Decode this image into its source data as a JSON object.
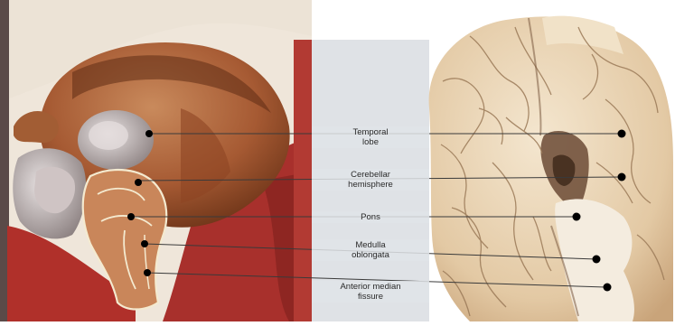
{
  "labels": [
    {
      "id": "temporal-lobe",
      "lines": [
        "Temporal",
        "lobe"
      ]
    },
    {
      "id": "cerebellar-hemisphere",
      "lines": [
        "Cerebellar",
        "hemisphere"
      ]
    },
    {
      "id": "pons",
      "lines": [
        "Pons"
      ]
    },
    {
      "id": "medulla-oblongata",
      "lines": [
        "Medulla",
        "oblongata"
      ]
    },
    {
      "id": "anterior-median-fissure",
      "lines": [
        "Anterior median",
        "fissure"
      ]
    }
  ],
  "colors": {
    "background": "#ffffff",
    "center_panel": "#dfe2e6",
    "leader_line": "#3a3a3a",
    "marker_dot": "#000000",
    "fresco_red": "#b0302a",
    "fresco_skin": "#b86a3e",
    "brain_cream": "#ead7bb"
  }
}
